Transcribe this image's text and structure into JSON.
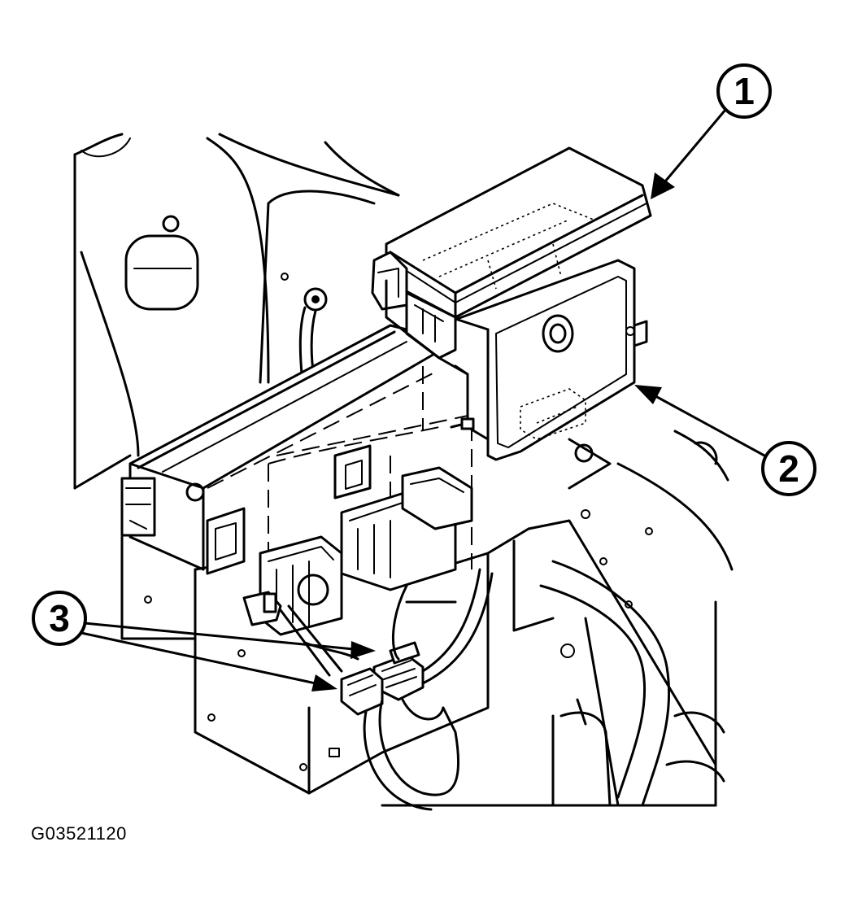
{
  "figure": {
    "code": "G03521120"
  },
  "callouts": [
    {
      "id": "1",
      "label": "1"
    },
    {
      "id": "2",
      "label": "2"
    },
    {
      "id": "3",
      "label": "3"
    }
  ]
}
